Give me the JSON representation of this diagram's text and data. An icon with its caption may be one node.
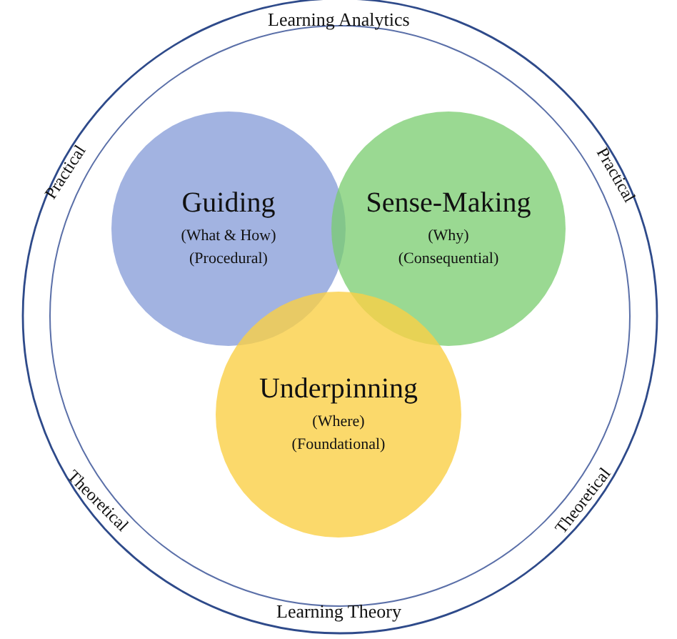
{
  "diagram": {
    "nodes": [
      {
        "text": [
          "Learning Analytics",
          "Practical",
          "Practical",
          "Theoretical",
          "Theoretical",
          "Learning Theory"
        ]
      },
      {
        "text": [
          "Guiding",
          "(What & How)",
          "(Procedural)"
        ],
        "in": 0
      },
      {
        "text": [
          "Sense-Making",
          "(Why)",
          "(Consequential)"
        ],
        "in": 0
      },
      {
        "text": [
          "Underpinning",
          "(Where)",
          "(Foundational)"
        ],
        "in": 0
      }
    ],
    "edges": []
  }
}
